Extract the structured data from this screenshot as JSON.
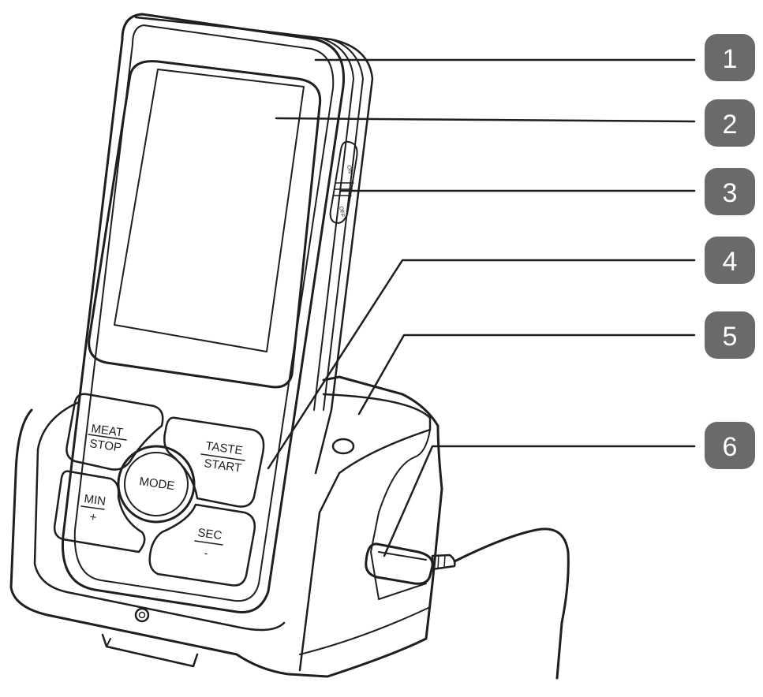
{
  "buttons": {
    "meat": "MEAT",
    "stop": "STOP",
    "taste": "TASTE",
    "start": "START",
    "mode": "MODE",
    "min": "MIN",
    "plus": "+",
    "sec": "SEC",
    "minus": "-"
  },
  "switch": {
    "on": "ON",
    "off": "OFF"
  },
  "callouts": [
    "1",
    "2",
    "3",
    "4",
    "5",
    "6"
  ],
  "colors": {
    "callout_fill": "#6a6a6a",
    "line": "#1f1f1f"
  }
}
